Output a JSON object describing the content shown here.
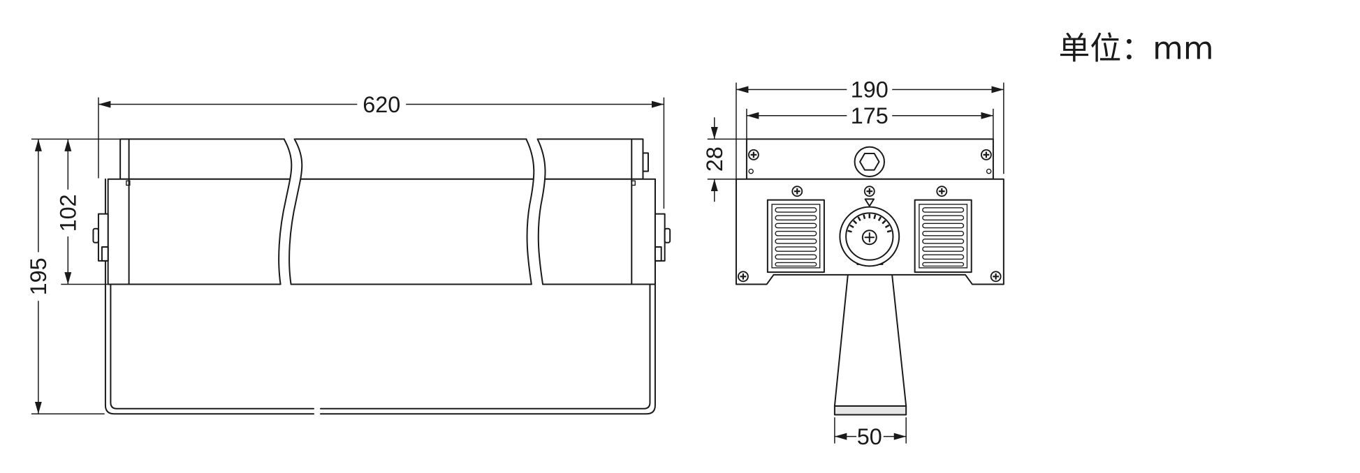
{
  "unit_label": "单位：mm",
  "dimensions": {
    "overall_length": "620",
    "overall_height": "195",
    "body_height": "102",
    "overall_width": "190",
    "cover_width": "175",
    "cover_height": "28",
    "stand_width": "50"
  }
}
